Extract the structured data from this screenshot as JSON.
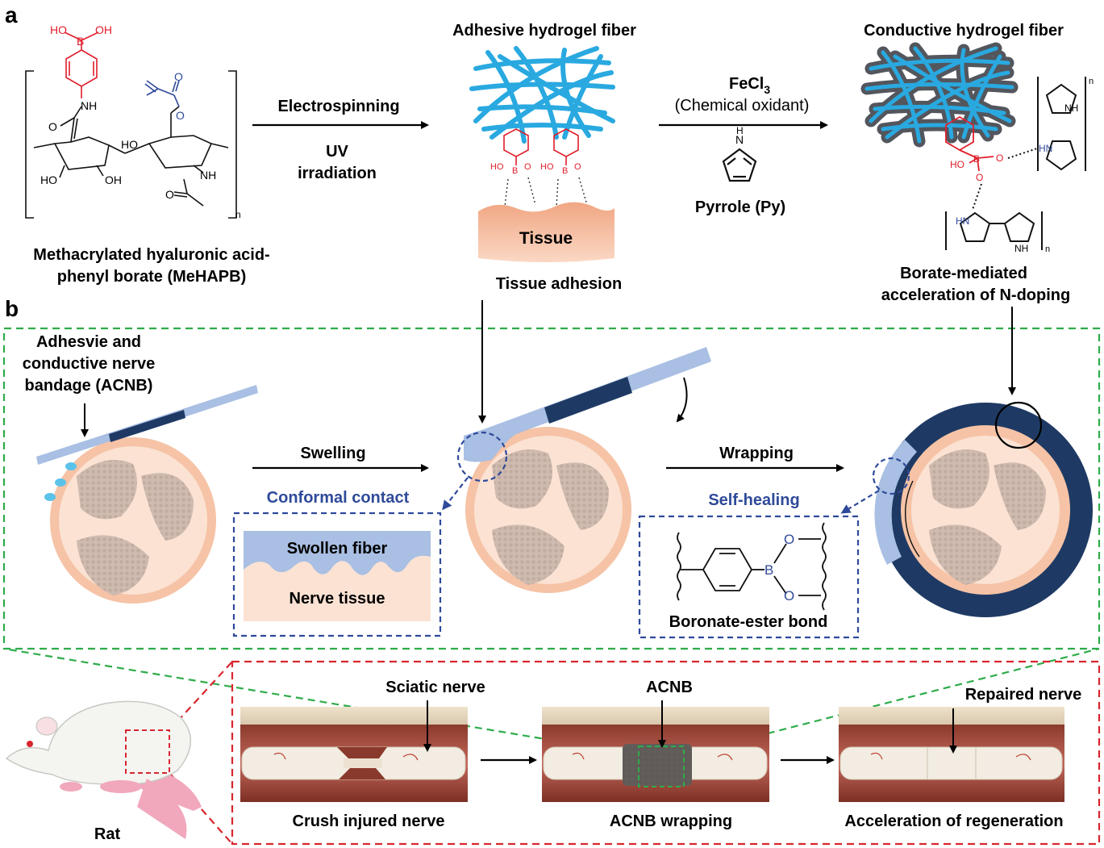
{
  "panel_a": {
    "letter": "a",
    "monomer_caption_1": "Methacrylated hyaluronic acid-",
    "monomer_caption_2": "phenyl borate (MeHAPB)",
    "step1_top": "Electrospinning",
    "step1_bottom_1": "UV",
    "step1_bottom_2": "irradiation",
    "adhesive_fiber_title": "Adhesive hydrogel fiber",
    "tissue_label": "Tissue",
    "tissue_adhesion_caption": "Tissue adhesion",
    "oxidant_formula": "FeCl",
    "oxidant_subscript": "3",
    "oxidant_desc": "(Chemical oxidant)",
    "pyrrole_label": "Pyrrole (Py)",
    "conductive_fiber_title": "Conductive hydrogel fiber",
    "borate_caption_1": "Borate-mediated",
    "borate_caption_2": "acceleration of N-doping",
    "chem_labels": {
      "ho": "HO",
      "oh": "OH",
      "b": "B",
      "nh": "NH",
      "o": "O",
      "h": "H",
      "n_sub": "n",
      "hn_plus": "HN",
      "plus": "+",
      "minus": "-",
      "ho_b": "HO",
      "n": "N"
    }
  },
  "panel_b": {
    "letter": "b",
    "acnb_caption_1": "Adhesvie and",
    "acnb_caption_2": "conductive nerve",
    "acnb_caption_3": "bandage (ACNB)",
    "swelling": "Swelling",
    "conformal_contact": "Conformal contact",
    "swollen_fiber": "Swollen fiber",
    "nerve_tissue": "Nerve tissue",
    "wrapping": "Wrapping",
    "self_healing": "Self-healing",
    "boronate_bond": "Boronate-ester bond",
    "bond_atoms": {
      "b": "B",
      "o1": "O",
      "o2": "O"
    }
  },
  "panel_c": {
    "rat": "Rat",
    "sciatic_nerve": "Sciatic nerve",
    "acnb": "ACNB",
    "repaired_nerve": "Repaired nerve",
    "crush_injured": "Crush injured nerve",
    "acnb_wrapping": "ACNB wrapping",
    "acceleration": "Acceleration of regeneration"
  },
  "colors": {
    "fiber_blue": "#29a9e0",
    "dark_navy": "#1e3a64",
    "light_fiber": "#a9bfe3",
    "tissue_peach": "#f4b896",
    "nerve_outer": "#f6c3a6",
    "fascicle": "#cdb8ac",
    "boron_red": "#e01e2b",
    "nitrogen_blue": "#2f4a9a",
    "green_dash": "#2eac4a",
    "red_dash": "#d8262e"
  }
}
